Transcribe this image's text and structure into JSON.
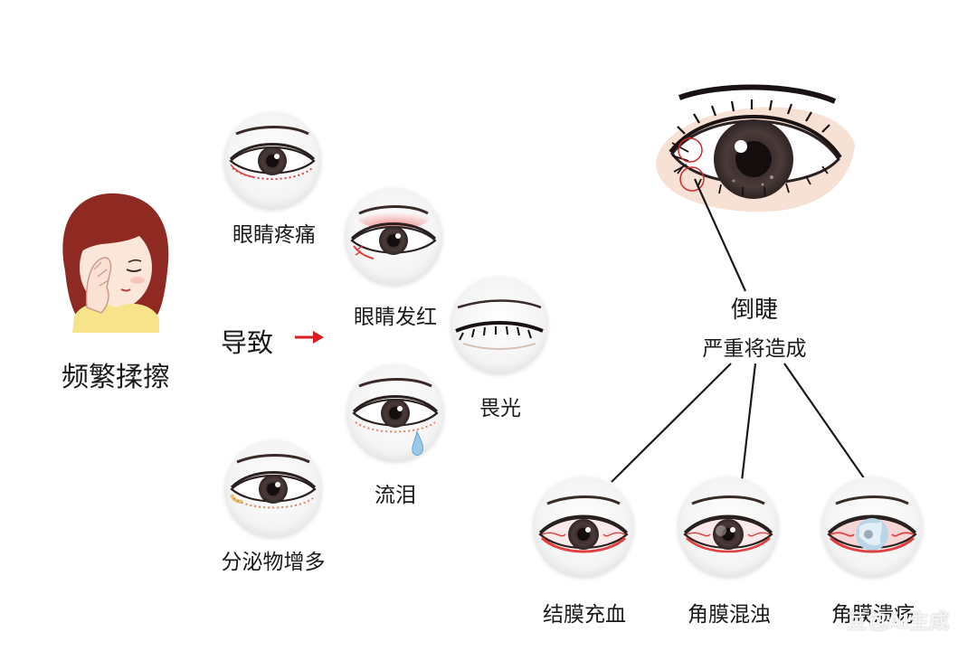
{
  "cause_label": "频繁揉擦",
  "leads_to_label": "导致",
  "symptoms": [
    "眼睛疼痛",
    "眼睛发红",
    "畏光",
    "流泪",
    "分泌物增多"
  ],
  "trichiasis": {
    "title": "倒睫",
    "subtitle": "严重将造成",
    "consequences": [
      "结膜充血",
      "角膜混浊",
      "角膜溃疡"
    ]
  },
  "watermark": "豆包AI生成",
  "colors": {
    "iris": "#4a3a38",
    "inflamed": "#e04040",
    "skin": "#f7e0d4",
    "hair": "#8e2a22",
    "arrow": "#d81e1e",
    "tear": "#9cc8e8"
  }
}
